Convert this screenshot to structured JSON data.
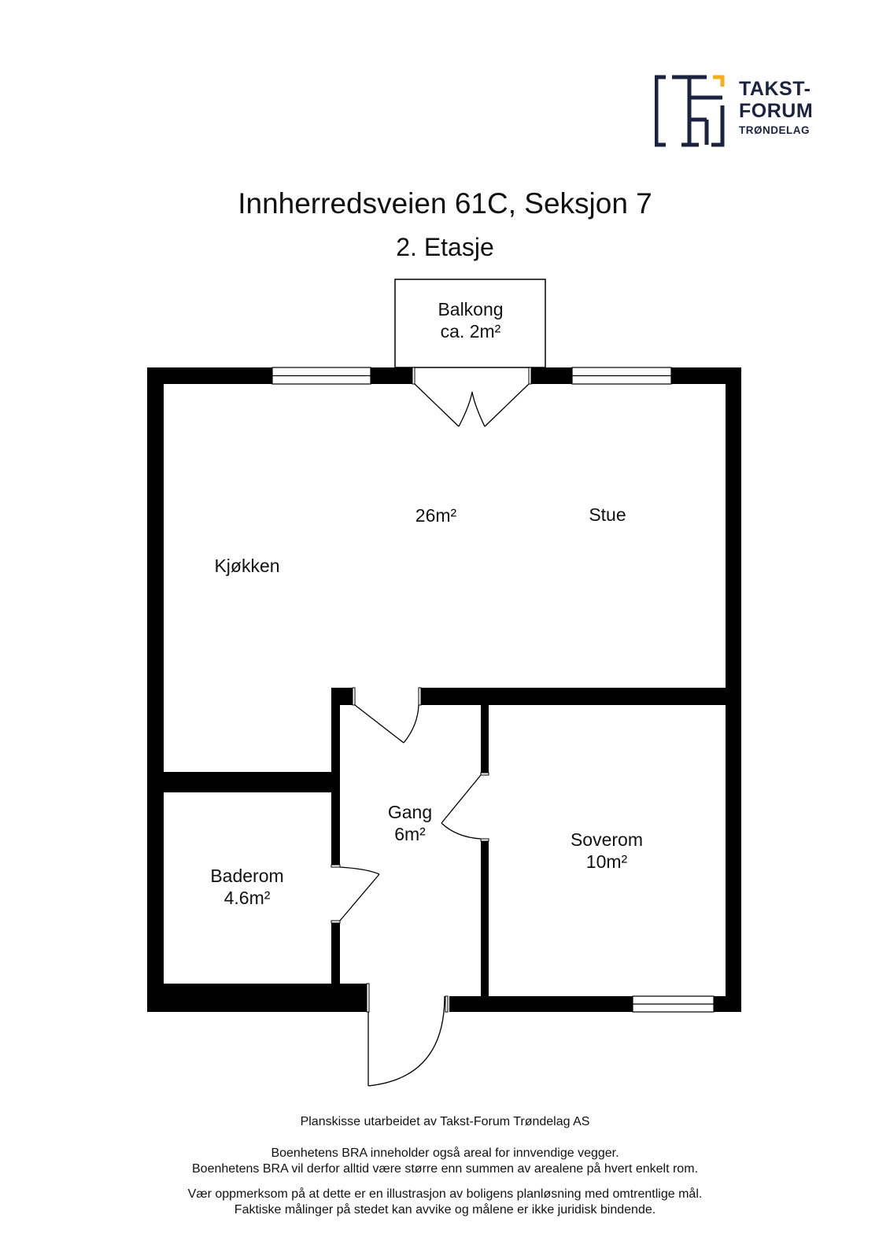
{
  "logo": {
    "line1": "TAKST-",
    "line2": "FORUM",
    "line3": "TRØNDELAG",
    "colors": {
      "navy": "#1b2340",
      "accent": "#f2b01e"
    }
  },
  "header": {
    "title": "Innherredsveien 61C, Seksjon 7",
    "floor": "2. Etasje"
  },
  "rooms": {
    "balkong": {
      "name": "Balkong",
      "area": "ca. 2m²"
    },
    "kjokken": {
      "name": "Kjøkken"
    },
    "stue": {
      "name": "Stue",
      "area": "26m²"
    },
    "gang": {
      "name": "Gang",
      "area": "6m²"
    },
    "soverom": {
      "name": "Soverom",
      "area": "10m²"
    },
    "baderom": {
      "name": "Baderom",
      "area": "4.6m²"
    }
  },
  "footer": {
    "credit": "Planskisse utarbeidet av Takst-Forum Trøndelag AS",
    "bra_line1": "Boenhetens BRA inneholder også areal for innvendige vegger.",
    "bra_line2": "Boenhetens BRA vil derfor alltid være større enn summen av arealene på hvert enkelt rom.",
    "disclaimer_line1": "Vær oppmerksom på at dette er en illustrasjon av boligens planløsning med omtrentlige mål.",
    "disclaimer_line2": "Faktiske målinger på stedet kan avvike og målene er ikke juridisk bindende."
  },
  "colors": {
    "wall": "#000000",
    "background": "#ffffff"
  }
}
